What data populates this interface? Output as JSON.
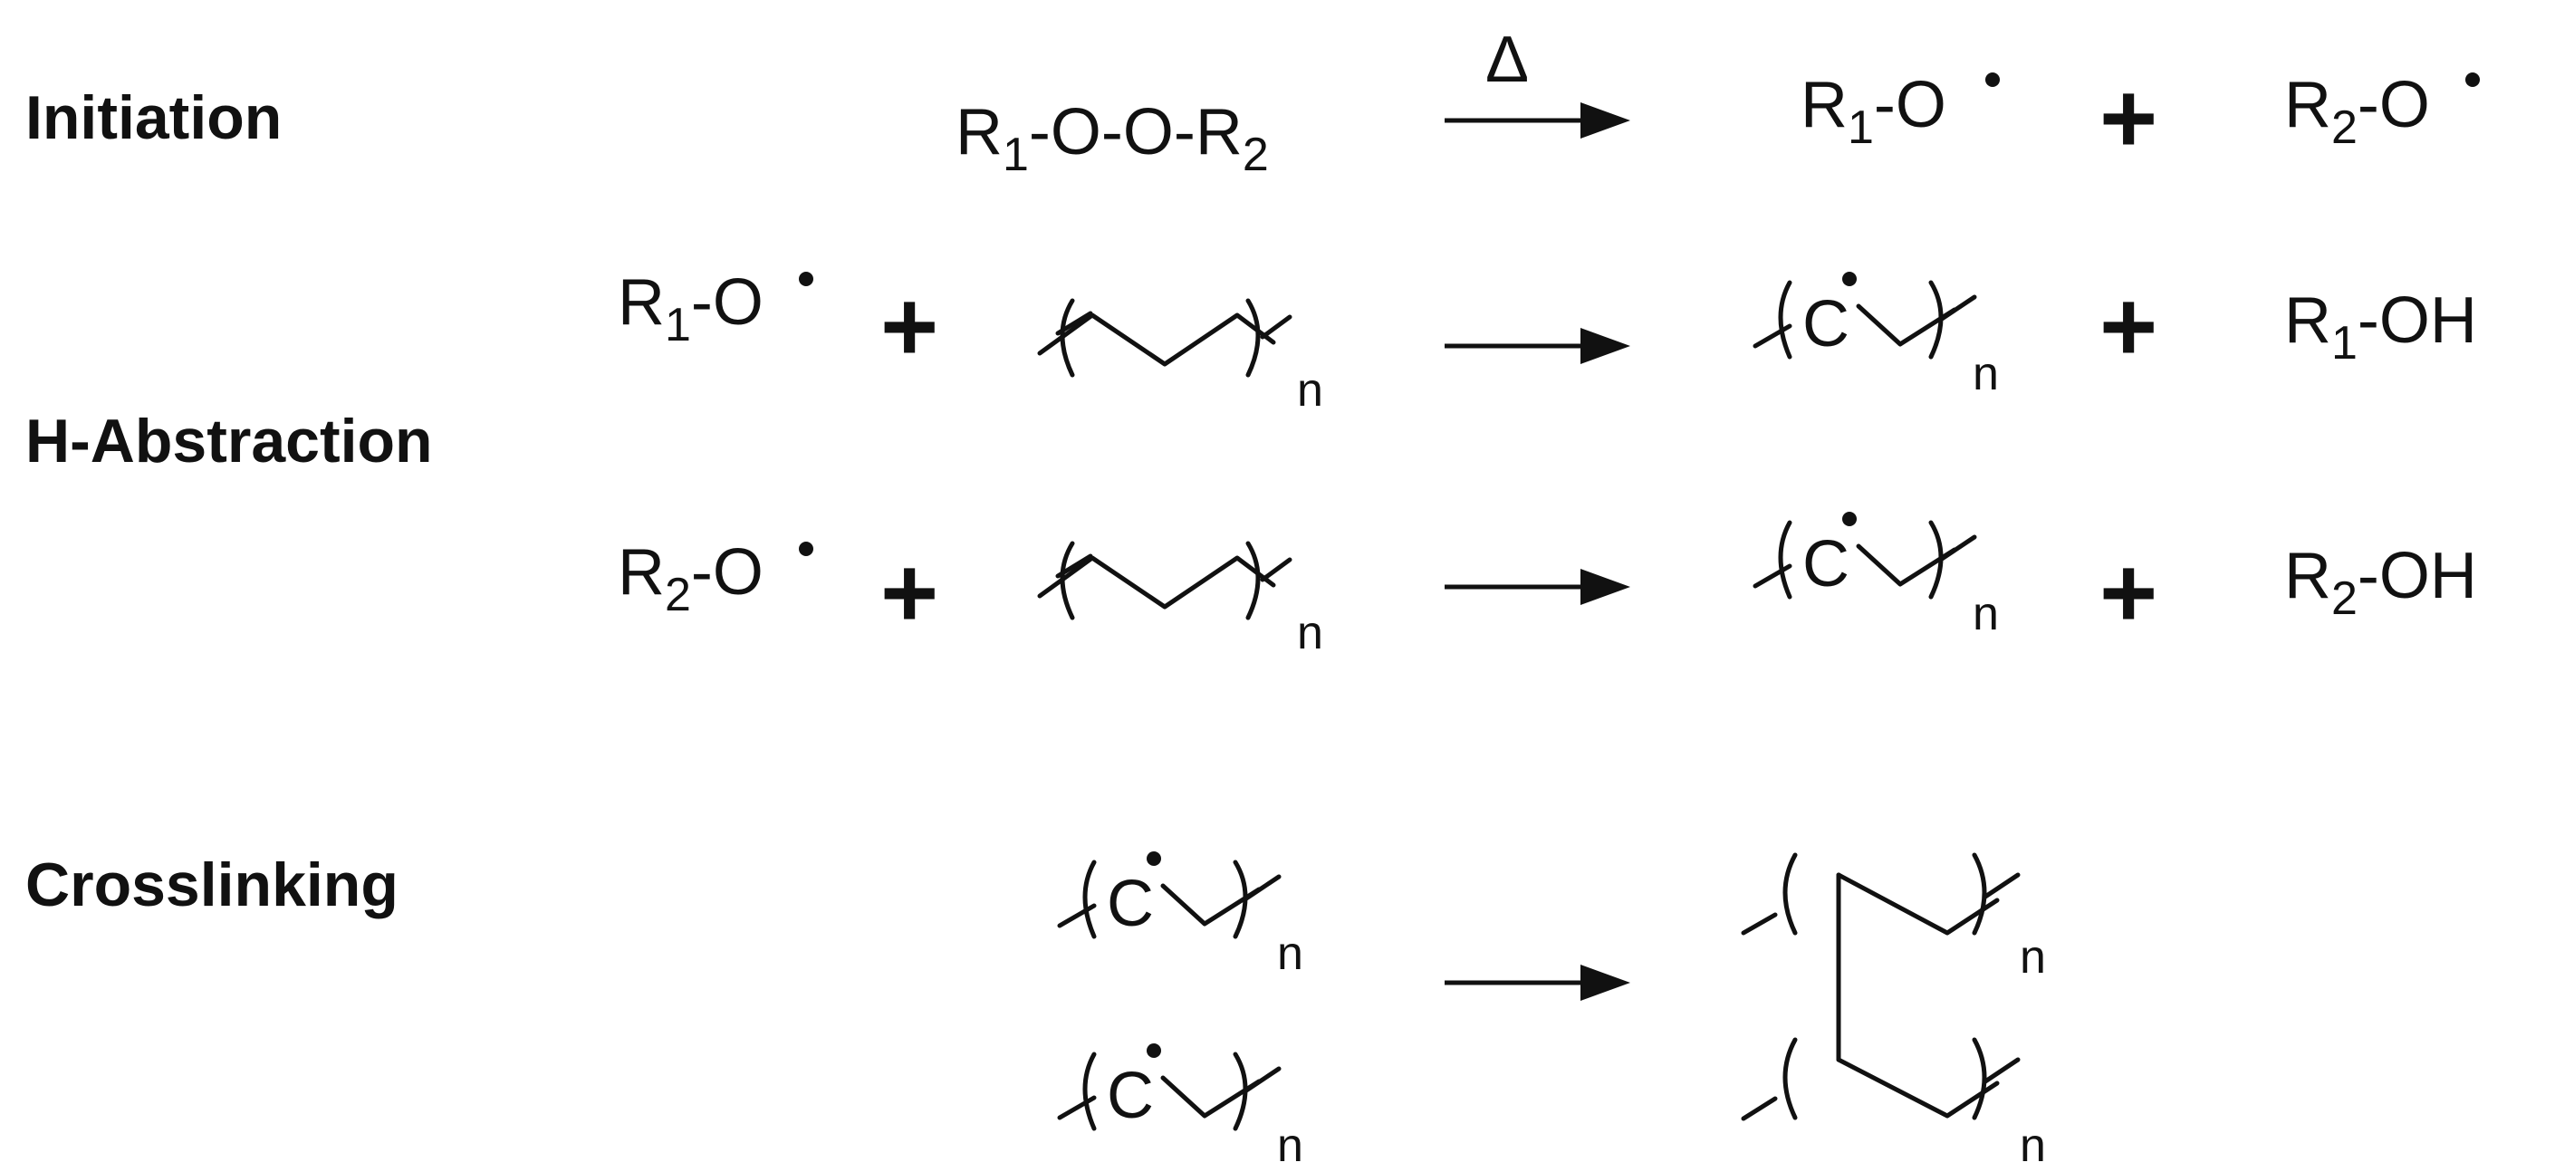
{
  "stages": {
    "initiation": "Initiation",
    "h_abstraction": "H-Abstraction",
    "crosslinking": "Crosslinking"
  },
  "species": {
    "R": "R",
    "O": "O",
    "OH": "OH",
    "dash": "-",
    "peroxide_link": "-O-O-",
    "carbon": "C",
    "sub_1": "1",
    "sub_2": "2",
    "repeat_n": "n"
  },
  "symbols": {
    "plus": "+",
    "heat": "Δ"
  }
}
